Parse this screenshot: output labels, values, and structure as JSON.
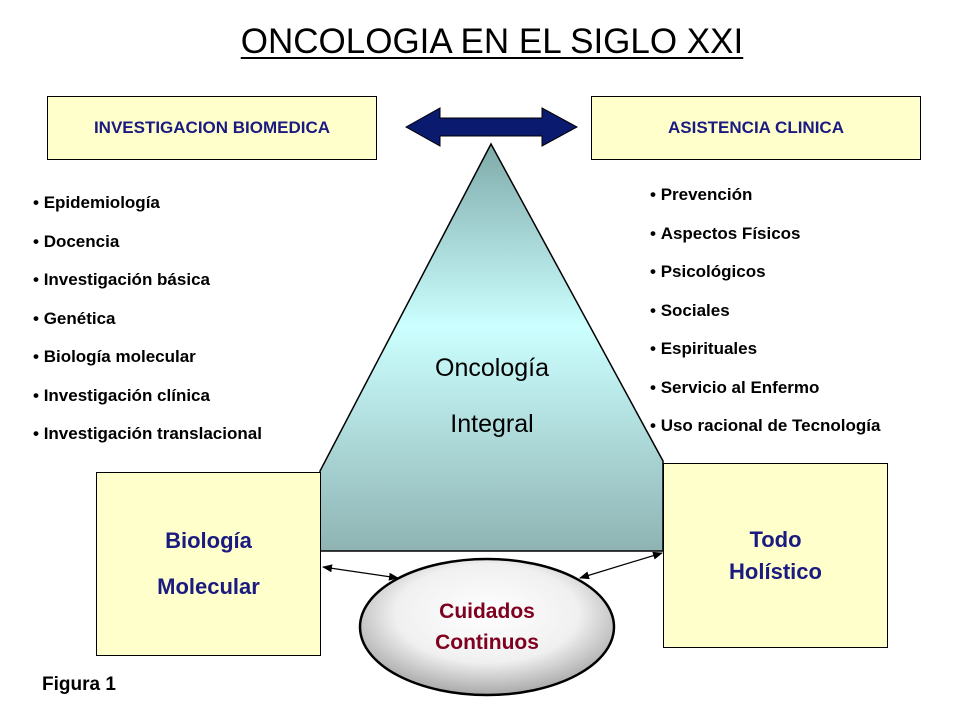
{
  "title": "ONCOLOGIA EN EL SIGLO XXI",
  "left_header": "INVESTIGACION BIOMEDICA",
  "right_header": "ASISTENCIA CLINICA",
  "left_items": [
    "Epidemiología",
    "Docencia",
    "Investigación básica",
    "Genética",
    "Biología molecular",
    "Investigación clínica",
    "Investigación translacional"
  ],
  "right_items": [
    "Prevención",
    "Aspectos Físicos",
    "Psicológicos",
    "Sociales",
    "Espirituales",
    "Servicio al Enfermo",
    "Uso racional de Tecnología"
  ],
  "center": {
    "line1": "Oncología",
    "line2": "Integral"
  },
  "bottom_left": {
    "line1": "Biología",
    "line2": "Molecular"
  },
  "bottom_right": {
    "line1": "Todo",
    "line2": "Holístico"
  },
  "bottom_center": {
    "line1": "Cuidados",
    "line2": "Continuos"
  },
  "caption": "Figura 1",
  "colors": {
    "box_fill": "#ffffcc",
    "header_text": "#1a1a80",
    "arrow_fill": "#0a1a6e",
    "ellipse_text": "#800020",
    "triangle_top": "#7faaaa",
    "triangle_mid": "#ccffff",
    "triangle_bottom": "#8fb3b3"
  }
}
